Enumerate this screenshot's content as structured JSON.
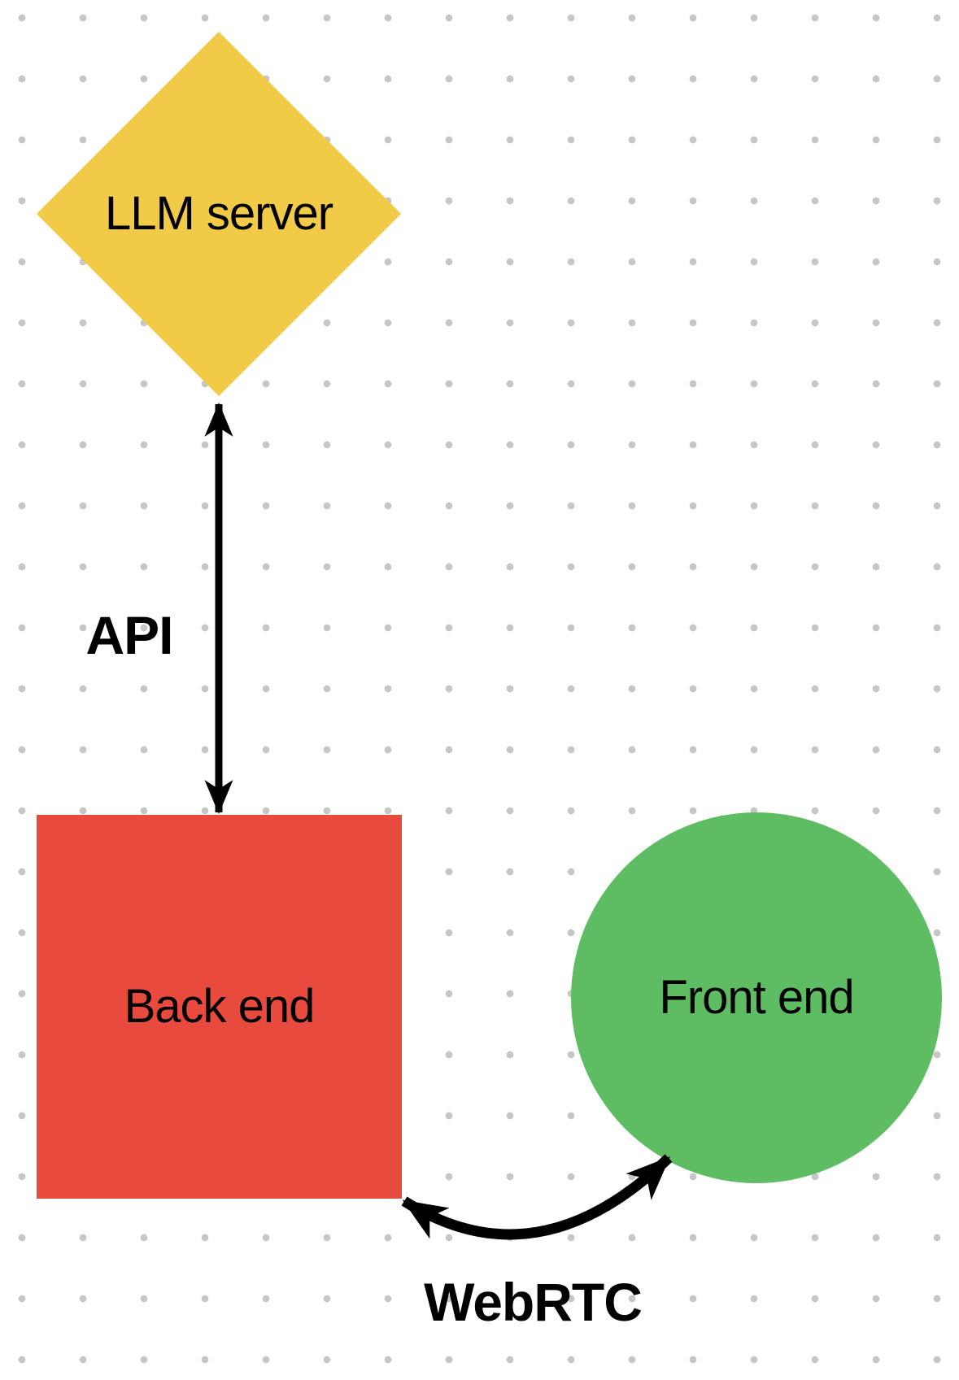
{
  "canvas": {
    "background_color": "#ffffff",
    "dot_grid_color": "#c6c6c6"
  },
  "nodes": {
    "llm_server": {
      "label": "LLM server",
      "shape": "diamond",
      "color": "#F1CA47"
    },
    "back_end": {
      "label": "Back end",
      "shape": "square",
      "color": "#E84B3D"
    },
    "front_end": {
      "label": "Front end",
      "shape": "circle",
      "color": "#5EBD62"
    }
  },
  "edges": {
    "api": {
      "label": "API",
      "style": "straight-double-arrow",
      "connects": [
        "llm_server",
        "back_end"
      ],
      "color": "#000000"
    },
    "webrtc": {
      "label": "WebRTC",
      "style": "curved-double-arrow",
      "connects": [
        "back_end",
        "front_end"
      ],
      "color": "#000000"
    }
  }
}
